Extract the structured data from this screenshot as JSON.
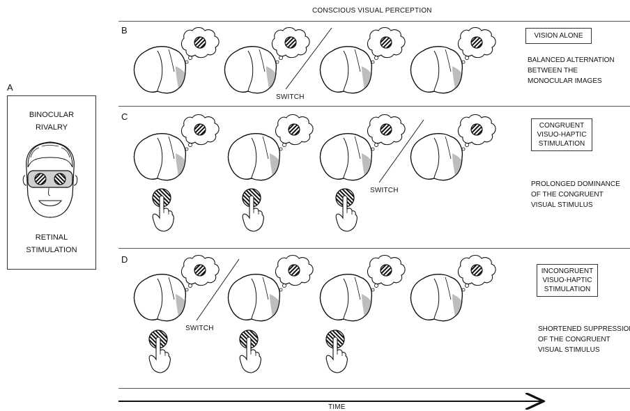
{
  "header": {
    "title": "CONSCIOUS VISUAL PERCEPTION"
  },
  "panel_a": {
    "letter": "A",
    "top_lines": [
      "BINOCULAR",
      "RIVALRY"
    ],
    "bottom_lines": [
      "RETINAL",
      "STIMULATION"
    ]
  },
  "panel_b": {
    "letter": "B",
    "box_lines": [
      "VISION ALONE"
    ],
    "desc_lines": [
      "BALANCED ALTERNATION",
      "BETWEEN THE",
      "MONOCULAR IMAGES"
    ],
    "switch_label": "SWITCH"
  },
  "panel_c": {
    "letter": "C",
    "box_lines": [
      "CONGRUENT",
      "VISUO-HAPTIC",
      "STIMULATION"
    ],
    "desc_lines": [
      "PROLONGED DOMINANCE",
      "OF THE CONGRUENT",
      "VISUAL STIMULUS"
    ],
    "switch_label": "SWITCH"
  },
  "panel_d": {
    "letter": "D",
    "box_lines": [
      "INCONGRUENT",
      "VISUO-HAPTIC",
      "STIMULATION"
    ],
    "desc_lines": [
      "SHORTENED SUPPRESSION",
      "OF THE CONGRUENT",
      "VISUAL STIMULUS"
    ],
    "switch_label": "SWITCH"
  },
  "time_axis": {
    "label": "TIME"
  },
  "icons": {
    "brain": "brain-icon",
    "thought": "thought-bubble-icon",
    "finger": "finger-touch-icon",
    "face": "face-with-goggles-icon"
  }
}
